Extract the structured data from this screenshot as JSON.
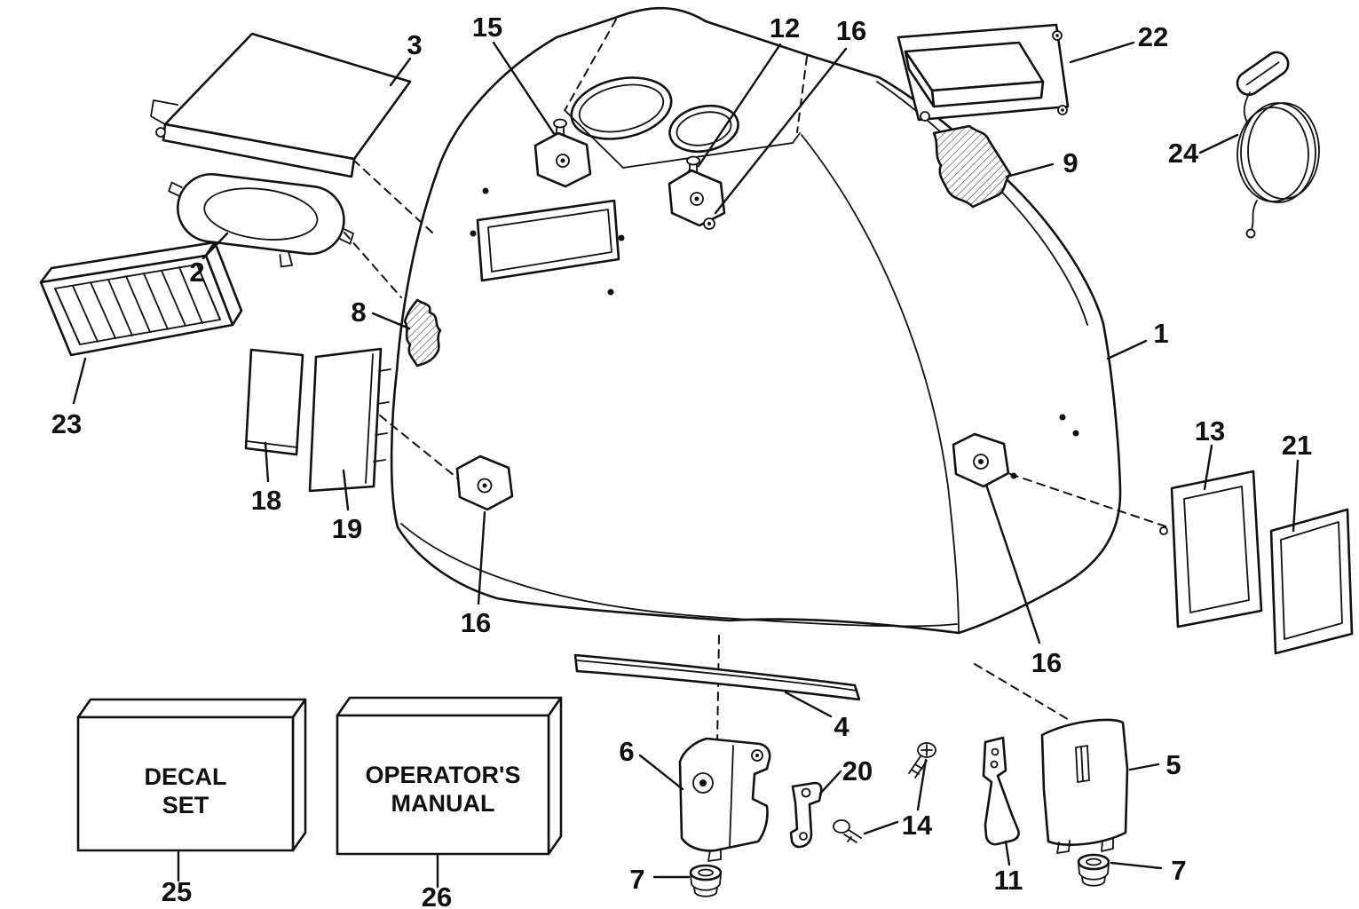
{
  "colors": {
    "ink": "#111111",
    "paper": "#ffffff",
    "hatch": "#555555"
  },
  "diagram": {
    "callouts": [
      "15",
      "12",
      "16",
      "3",
      "22",
      "24",
      "9",
      "2",
      "8",
      "1",
      "23",
      "13",
      "21",
      "18",
      "19",
      "16",
      "16",
      "4",
      "6",
      "20",
      "5",
      "14",
      "11",
      "7",
      "7",
      "25",
      "26"
    ],
    "decal_box": {
      "line1": "DECAL",
      "line2": "SET"
    },
    "manual_box": {
      "line1": "OPERATOR'S",
      "line2": "MANUAL"
    }
  }
}
